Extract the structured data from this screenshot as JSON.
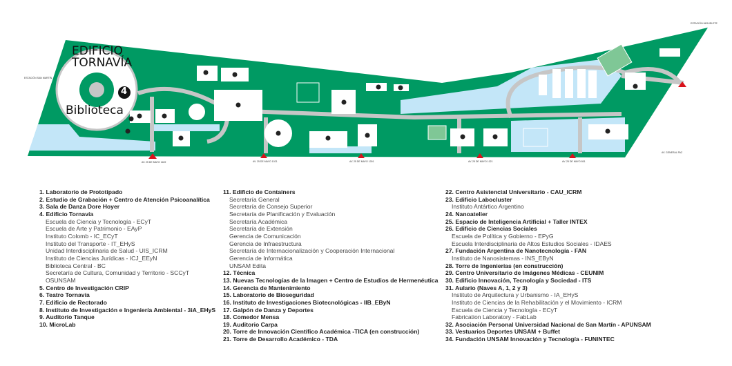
{
  "map": {
    "callout": {
      "title_line1": "EDIFICIO",
      "title_line2": "TORNAVÍA",
      "number": "4",
      "subtitle": "Biblioteca"
    },
    "colors": {
      "grass": "#009a63",
      "water": "#c3e6f8",
      "road": "#c6c6c6",
      "building": "#ffffff",
      "entrance": "#d9121b"
    },
    "streets": [
      "AV. 25 DE MAYO 1169",
      "AV. 25 DE MAYO 1021",
      "AV. 25 DE MAYO 1001",
      "AV. 25 DE MAYO 1021",
      "AV. 25 DE MAYO 801",
      "AV. GENERAL PAZ"
    ],
    "stations": [
      "ESTACIÓN SAN MARTÍN",
      "ESTACIÓN MIGUELETE"
    ]
  },
  "legend": {
    "columns": [
      [
        {
          "t": "1. Laboratorio de Prototipado",
          "b": true
        },
        {
          "t": "2. Estudio de Grabación + Centro de Atención Psicoanalítica",
          "b": true
        },
        {
          "t": "3. Sala de Danza Dore Hoyer",
          "b": true
        },
        {
          "t": "4. Edificio Tornavía",
          "b": true
        },
        {
          "t": "Escuela de Ciencia y Tecnología - ECyT"
        },
        {
          "t": "Escuela de Arte y Patrimonio - EAyP"
        },
        {
          "t": "Instituto Colomb - IC_ECyT"
        },
        {
          "t": "Instituto del Transporte - IT_EHyS"
        },
        {
          "t": "Unidad Interdisciplinaria de Salud - UIS_ICRM"
        },
        {
          "t": "Instituto de Ciencias Jurídicas - ICJ_EEyN"
        },
        {
          "t": "Biblioteca Central - BC"
        },
        {
          "t": "Secretaría de Cultura, Comunidad y Territorio - SCCyT"
        },
        {
          "t": "OSUNSAM"
        },
        {
          "t": "5. Centro de Investigación CRIP",
          "b": true
        },
        {
          "t": "6. Teatro Tornavía",
          "b": true
        },
        {
          "t": "7. Edificio de Rectorado",
          "b": true
        },
        {
          "t": "8. Instituto de Investigación e Ingeniería Ambiental - 3iA_EHyS",
          "b": true
        },
        {
          "t": "9. Auditorio Tanque",
          "b": true
        },
        {
          "t": "10. MicroLab",
          "b": true
        }
      ],
      [
        {
          "t": "11. Edificio de Containers",
          "b": true
        },
        {
          "t": "Secretaría General"
        },
        {
          "t": "Secretaría de Consejo Superior"
        },
        {
          "t": "Secretaría de Planificación y Evaluación"
        },
        {
          "t": "Secretaría Académica"
        },
        {
          "t": "Secretaría de Extensión"
        },
        {
          "t": "Gerencia de Comunicación"
        },
        {
          "t": "Gerencia de Infraestructura"
        },
        {
          "t": "Secretaría de Internacionalización y Cooperación Internacional"
        },
        {
          "t": "Gerencia de Informática"
        },
        {
          "t": "UNSAM Edita"
        },
        {
          "t": "12. Técnica",
          "b": true
        },
        {
          "t": "13. Nuevas Tecnologías de la Imagen + Centro de Estudios de Hermenéutica",
          "b": true
        },
        {
          "t": "14. Gerencia de Mantenimiento",
          "b": true
        },
        {
          "t": "15. Laboratorio de Bioseguridad",
          "b": true
        },
        {
          "t": "16. Instituto de Investigaciones Biotecnológicas - IIB_EByN",
          "b": true
        },
        {
          "t": "17. Galpón de Danza y Deportes",
          "b": true
        },
        {
          "t": "18. Comedor Mensa",
          "b": true
        },
        {
          "t": "19. Auditorio Carpa",
          "b": true
        },
        {
          "t": "20. Torre de Innovación Científico Académica -TICA (en construcción)",
          "b": true
        },
        {
          "t": "21. Torre de Desarrollo Académico - TDA",
          "b": true
        }
      ],
      [
        {
          "t": "22. Centro Asistencial Universitario - CAU_ICRM",
          "b": true
        },
        {
          "t": "23. Edificio Labocluster",
          "b": true
        },
        {
          "t": "Instituto Antártico Argentino"
        },
        {
          "t": "24. Nanoatelier",
          "b": true
        },
        {
          "t": "25. Espacio de Inteligencia Artificial + Taller INTEX",
          "b": true
        },
        {
          "t": "26. Edificio de Ciencias Sociales",
          "b": true
        },
        {
          "t": "Escuela de Política y Gobierno - EPyG"
        },
        {
          "t": "Escuela Interdisciplinaria de Altos Estudios Sociales - IDAES"
        },
        {
          "t": "27. Fundación Argentina de Nanotecnología - FAN",
          "b": true
        },
        {
          "t": "Instituto de Nanosistemas - INS_EByN"
        },
        {
          "t": "28. Torre de Ingenierías (en construcción)",
          "b": true
        },
        {
          "t": "29. Centro Universitario de Imágenes Médicas - CEUNIM",
          "b": true
        },
        {
          "t": "30. Edificio Innovación, Tecnología y Sociedad - ITS",
          "b": true
        },
        {
          "t": "31. Aulario (Naves A, 1, 2 y 3)",
          "b": true
        },
        {
          "t": "Instituto de Arquitectura y Urbanismo - IA_EHyS"
        },
        {
          "t": "Instituto de Ciencias de la Rehabilitación y el Movimiento - ICRM"
        },
        {
          "t": "Escuela de Ciencia y Tecnología - ECyT"
        },
        {
          "t": "Fabrication Laboratory - FabLab"
        },
        {
          "t": "32. Asociación Personal Universidad Nacional de San Martín - APUNSAM",
          "b": true
        },
        {
          "t": "33. Vestuarios Deportes UNSAM + Buffet",
          "b": true
        },
        {
          "t": "34. Fundación UNSAM Innovación y Tecnología - FUNINTEC",
          "b": true
        }
      ]
    ]
  }
}
